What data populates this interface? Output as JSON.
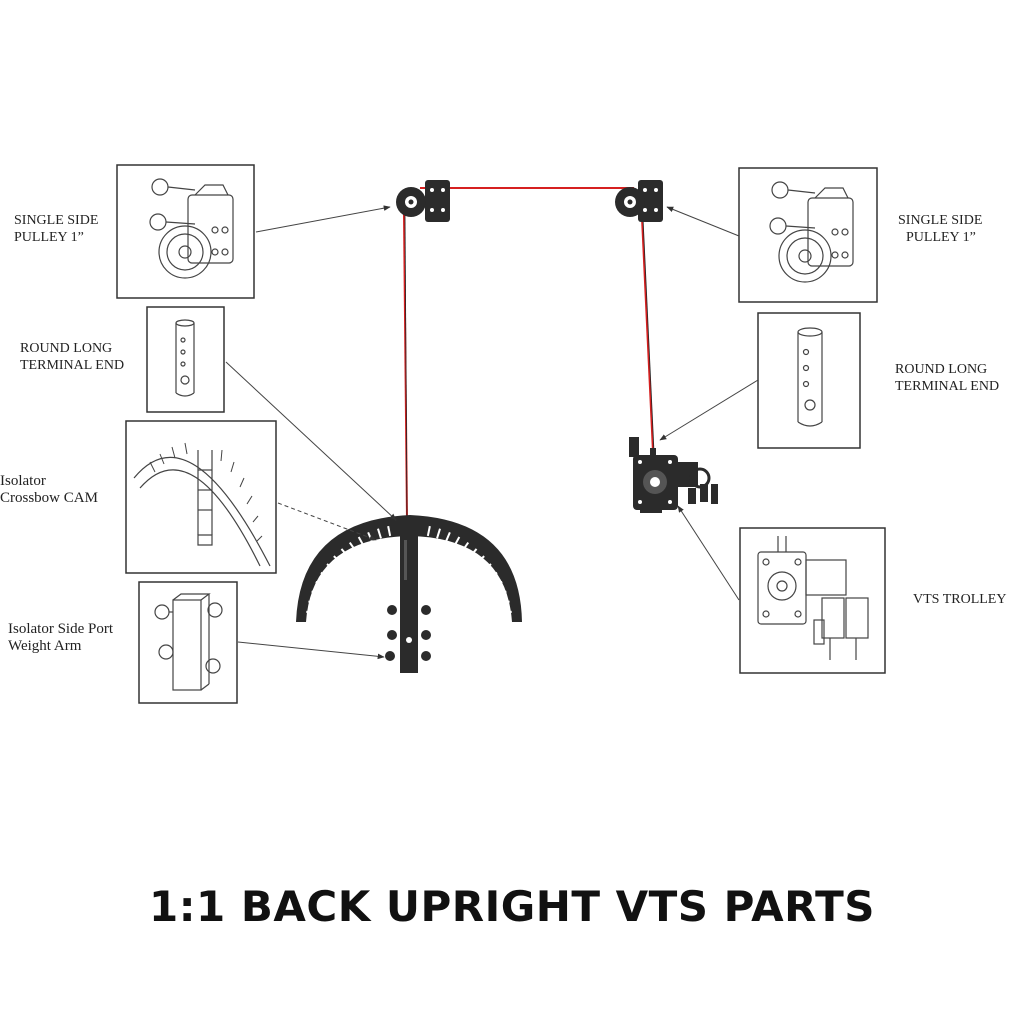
{
  "title": "1:1 BACK UPRIGHT VTS PARTS",
  "colors": {
    "cable": "#d62020",
    "part": "#2b2b2b",
    "line": "#555555",
    "frame": "#333333"
  },
  "labels": {
    "left_pulley": [
      "SINGLE SIDE",
      "PULLEY 1”"
    ],
    "left_terminal": [
      "ROUND LONG",
      "TERMINAL END"
    ],
    "crossbow": [
      "Isolator",
      "Crossbow CAM"
    ],
    "weight_arm": [
      "Isolator Side Port",
      "Weight Arm"
    ],
    "right_pulley": [
      "SINGLE SIDE",
      "PULLEY 1”"
    ],
    "right_terminal": [
      "ROUND LONG",
      "TERMINAL END"
    ],
    "trolley": [
      "VTS TROLLEY"
    ]
  }
}
